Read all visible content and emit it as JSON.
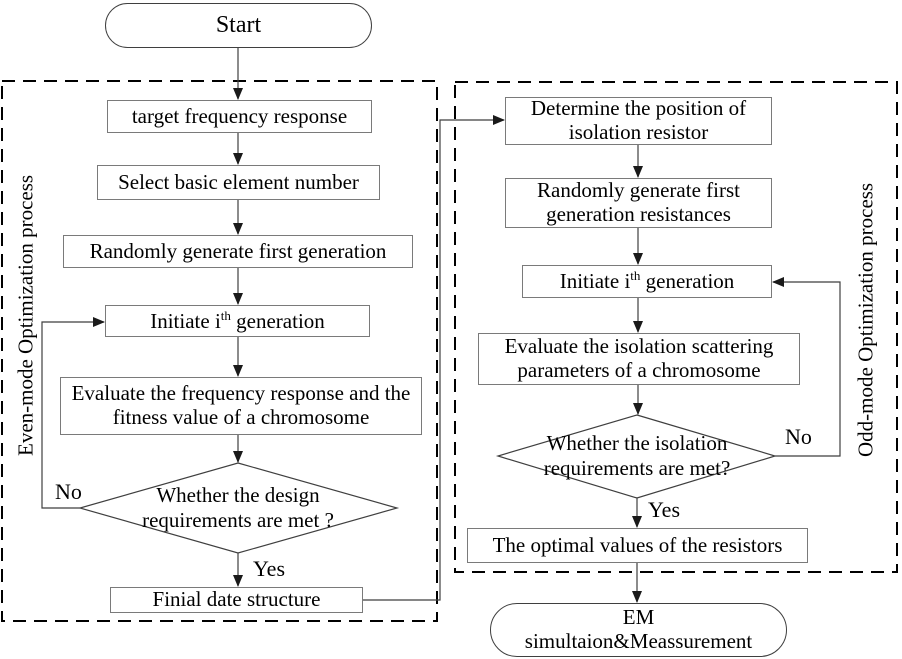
{
  "panels": {
    "left": {
      "label": "Even-mode Optimization process"
    },
    "right": {
      "label": "Odd-mode Optimization process"
    }
  },
  "nodes": {
    "start": {
      "label": "Start"
    },
    "target_frequency": {
      "label": "target frequency response"
    },
    "select_basic": {
      "label": "Select basic element number"
    },
    "random_first_gen": {
      "label": "Randomly generate first generation"
    },
    "initiate_even": {
      "pre": "Initiate i",
      "sup": "th",
      "post": " generation"
    },
    "evaluate_even": {
      "label": "Evaluate the frequency response and the fitness value of a chromosome"
    },
    "decision_even": {
      "label": "Whether the design requirements are met ?"
    },
    "final_data": {
      "label": "Finial date structure"
    },
    "determine_position": {
      "label": "Determine the position of isolation resistor"
    },
    "random_resistances": {
      "label": "Randomly generate first generation resistances"
    },
    "initiate_odd": {
      "pre": "Initiate i",
      "sup": "th",
      "post": " generation"
    },
    "evaluate_odd": {
      "label": "Evaluate the isolation scattering parameters of a chromosome"
    },
    "decision_odd": {
      "label": "Whether the isolation requirements are met?"
    },
    "optimal_values": {
      "label": "The optimal values of the resistors"
    },
    "em_sim": {
      "line1": "EM",
      "line2": "simultaion&Meassurement"
    }
  },
  "edge_labels": {
    "yes_even": "Yes",
    "no_even": "No",
    "yes_odd": "Yes",
    "no_odd": "No"
  },
  "colors": {
    "line": "#3f3f3f",
    "box_border": "#7a7a7a",
    "dashed_border": "#000000",
    "text": "#000000",
    "background": "#ffffff"
  }
}
